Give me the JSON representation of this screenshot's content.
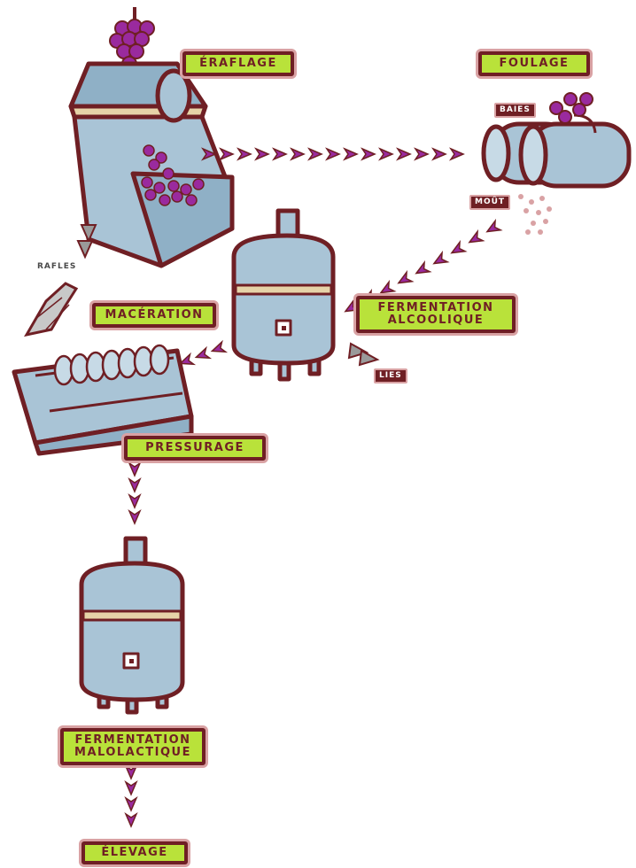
{
  "labels": {
    "eraflage": "ÉRAFLAGE",
    "foulage": "FOULAGE",
    "baies": "BAIES",
    "mout": "MOÛT",
    "rafles": "RAFLES",
    "maceration": "MACÉRATION",
    "fermentation_alcoolique": "FERMENTATION\nALCOOLIQUE",
    "lies": "LIES",
    "pressurage": "PRESSURAGE",
    "fermentation_malolactique": "FERMENTATION\nMALOLACTIQUE",
    "elevage": "ÉLEVAGE"
  },
  "colors": {
    "machine_fill": "#a9c4d6",
    "machine_dark": "#6f8ea3",
    "outline": "#6f1f24",
    "glow": "#d9a2a4",
    "grape": "#9a2a9e",
    "arrow": "#9a2a9e",
    "band": "#e6d3a8",
    "label_bg": "#b9e23a"
  }
}
